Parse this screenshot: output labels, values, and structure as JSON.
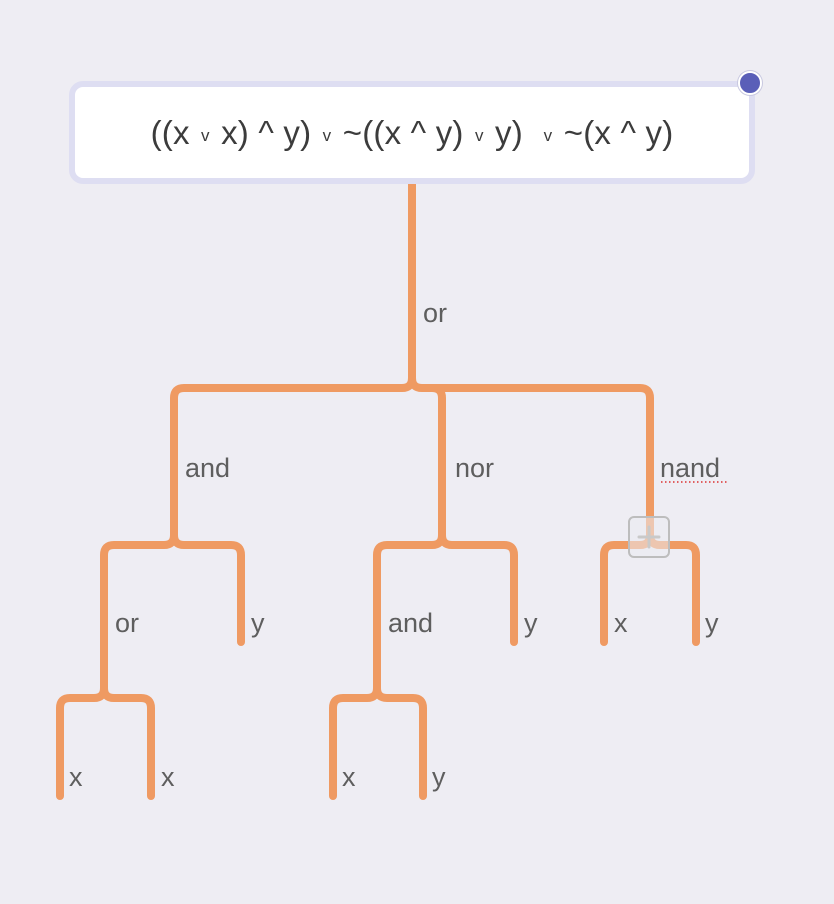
{
  "expression": {
    "parts": [
      {
        "text": "((x ",
        "small": false
      },
      {
        "text": "v",
        "small": true
      },
      {
        "text": " x) ^ y) ",
        "small": false
      },
      {
        "text": "v",
        "small": true
      },
      {
        "text": " ~((x ^ y) ",
        "small": false
      },
      {
        "text": "v",
        "small": true
      },
      {
        "text": " y)  ",
        "small": false
      },
      {
        "text": "v",
        "small": true
      },
      {
        "text": " ~(x ^ y)",
        "small": false
      }
    ]
  },
  "tree": {
    "root": {
      "label": "or"
    },
    "branch_left": {
      "label": "and"
    },
    "branch_mid": {
      "label": "nor"
    },
    "branch_right": {
      "label": "nand"
    },
    "left_or": {
      "label": "or"
    },
    "left_y": {
      "label": "y"
    },
    "left_or_x1": {
      "label": "x"
    },
    "left_or_x2": {
      "label": "x"
    },
    "mid_and": {
      "label": "and"
    },
    "mid_y": {
      "label": "y"
    },
    "mid_and_x": {
      "label": "x"
    },
    "mid_and_y": {
      "label": "y"
    },
    "right_x": {
      "label": "x"
    },
    "right_y": {
      "label": "y"
    }
  },
  "colors": {
    "branch": "#ef9a62",
    "handle": "#5a5fb8",
    "box_border": "#dedef2",
    "background": "#eeedf3"
  },
  "icons": {
    "handle": "drag-handle-icon",
    "add": "plus-icon"
  }
}
